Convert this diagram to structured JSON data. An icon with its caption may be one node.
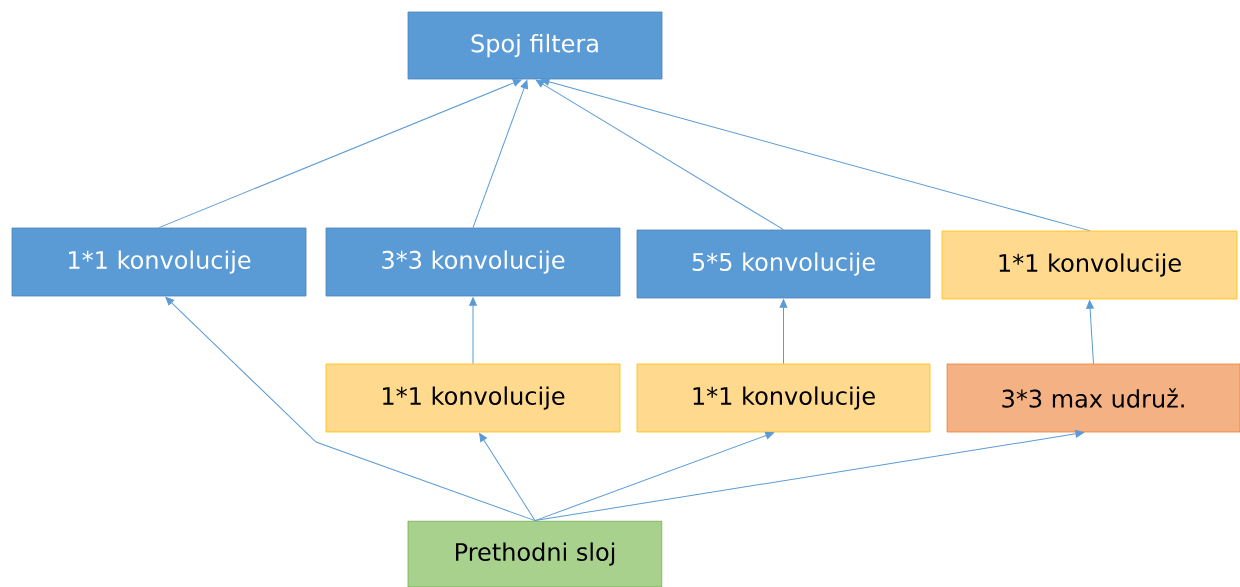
{
  "diagram": {
    "nodes": [
      {
        "text": [
          "Spoj filtera"
        ]
      },
      {
        "text": [
          "1*1 konvolucije"
        ]
      },
      {
        "text": [
          "3*3 konvolucije"
        ]
      },
      {
        "text": [
          "5*5 konvolucije"
        ]
      },
      {
        "text": [
          "1*1 konvolucije"
        ]
      },
      {
        "text": [
          "1*1 konvolucije"
        ]
      },
      {
        "text": [
          "1*1 konvolucije"
        ]
      },
      {
        "text": [
          "3*3 max udruž."
        ]
      },
      {
        "text": [
          "Prethodni sloj"
        ]
      }
    ],
    "edges": [
      {
        "from": 1,
        "to": 0,
        "arrow": "to"
      },
      {
        "from": 2,
        "to": 0,
        "arrow": "to"
      },
      {
        "from": 3,
        "to": 0,
        "arrow": "to"
      },
      {
        "from": 4,
        "to": 0,
        "arrow": "to"
      },
      {
        "from": 5,
        "to": 2,
        "arrow": "to"
      },
      {
        "from": 6,
        "to": 3,
        "arrow": "to"
      },
      {
        "from": 7,
        "to": 4,
        "arrow": "to"
      },
      {
        "from": 8,
        "to": 1,
        "arrow": "to"
      },
      {
        "from": 8,
        "to": 5,
        "arrow": "to"
      },
      {
        "from": 8,
        "to": 6,
        "arrow": "to"
      },
      {
        "from": 8,
        "to": 7,
        "arrow": "to"
      }
    ]
  }
}
